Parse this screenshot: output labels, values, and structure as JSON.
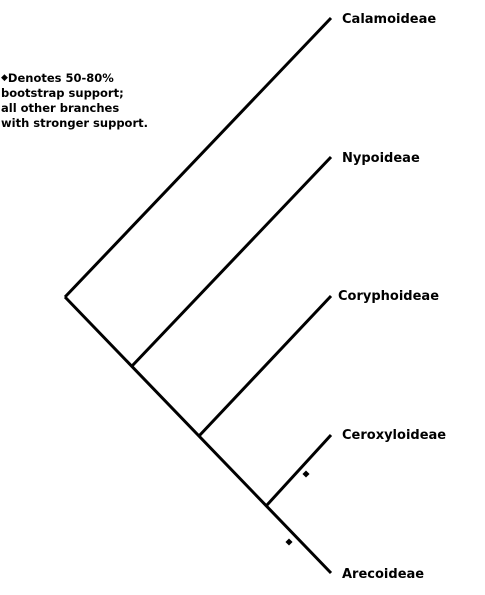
{
  "legend": {
    "lines": [
      "Denotes 50-80%",
      "bootstrap support;",
      "all other branches",
      "with stronger support."
    ],
    "marker": "◆"
  },
  "taxa": [
    "Calamoideae",
    "Nypoideae",
    "Coryphoideae",
    "Ceroxyloideae",
    "Arecoideae"
  ],
  "colors": {
    "lines": "#000000",
    "text": "#000000",
    "background": "#ffffff"
  }
}
